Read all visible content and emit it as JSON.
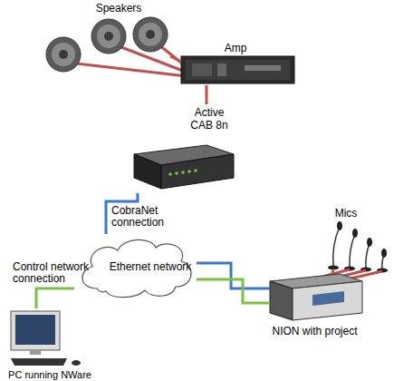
{
  "diagram": {
    "nodes": [
      {
        "text": [
          "Speakers"
        ]
      },
      {
        "text": [
          "Amp"
        ]
      },
      {
        "text": [
          "Active CAB 8n"
        ]
      },
      {
        "text": [
          "Mics"
        ]
      },
      {
        "text": [
          "Ethernet network"
        ]
      },
      {
        "text": [
          "NION with project"
        ]
      },
      {
        "text": [
          "PC running NWare"
        ]
      }
    ],
    "edges": [
      {
        "from": 0,
        "to": 1,
        "arrow": "none"
      },
      {
        "from": 1,
        "to": 2,
        "arrow": "none"
      },
      {
        "from": 2,
        "to": 4,
        "arrow": "none",
        "label": "CobraNet connection"
      },
      {
        "from": 4,
        "to": 5,
        "arrow": "none"
      },
      {
        "from": 4,
        "to": 5,
        "arrow": "none"
      },
      {
        "from": 6,
        "to": 4,
        "arrow": "none",
        "label": "Control network connection"
      },
      {
        "from": 3,
        "to": 5,
        "arrow": "none"
      }
    ]
  }
}
